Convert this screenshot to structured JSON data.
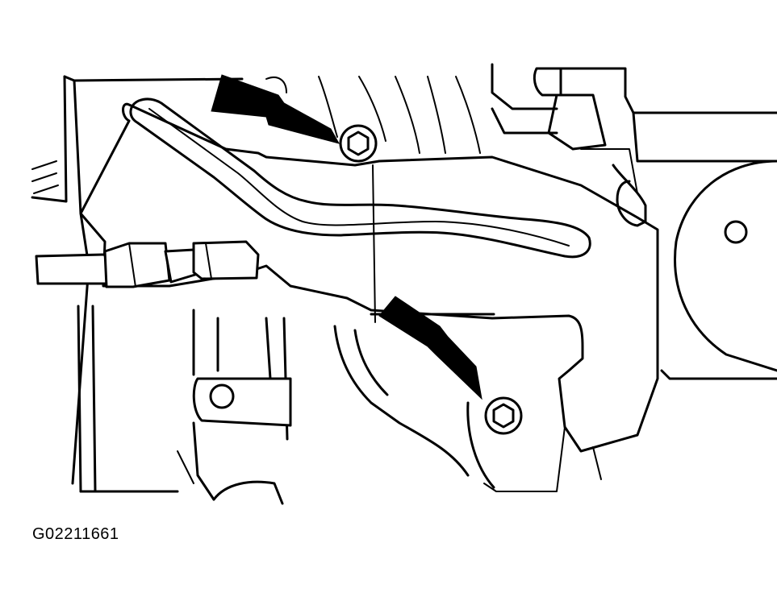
{
  "figure": {
    "id_label": "G02211661"
  },
  "colors": {
    "ink": "#000000",
    "paper": "#ffffff"
  },
  "callouts": [
    {
      "name": "upper-bolt-arrow",
      "target": "upper-bolt"
    },
    {
      "name": "lower-bolt-arrow",
      "target": "lower-bolt"
    }
  ]
}
